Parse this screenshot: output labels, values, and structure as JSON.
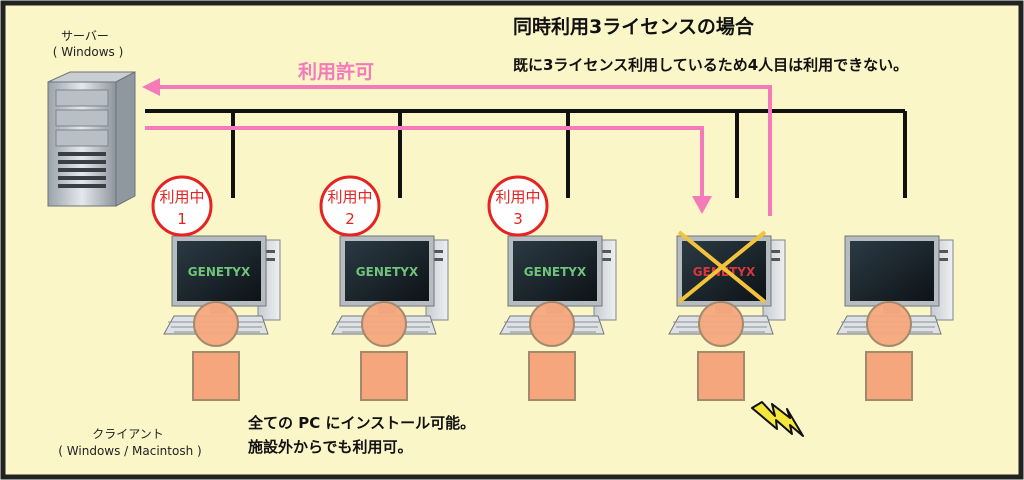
{
  "server": {
    "label": "サーバー",
    "sublabel": "( Windows )"
  },
  "clients_label": {
    "line1": "クライアント",
    "line2": "( Windows / Macintosh )"
  },
  "header": {
    "title": "同時利用3ライセンスの場合",
    "subtitle": "既に3ライセンス利用しているため4人目は利用できない。"
  },
  "permission_label": "利用許可",
  "clients": [
    {
      "badge_label": "利用中",
      "badge_number": "1",
      "screen_text": "GENETYX",
      "state": "in-use"
    },
    {
      "badge_label": "利用中",
      "badge_number": "2",
      "screen_text": "GENETYX",
      "state": "in-use"
    },
    {
      "badge_label": "利用中",
      "badge_number": "3",
      "screen_text": "GENETYX",
      "state": "in-use"
    },
    {
      "badge_label": "",
      "badge_number": "",
      "screen_text": "GENETYX",
      "state": "denied"
    },
    {
      "badge_label": "",
      "badge_number": "",
      "screen_text": "",
      "state": "idle"
    }
  ],
  "note": {
    "line1": "全ての PC にインストール可能。",
    "line2": "施設外からでも利用可。"
  },
  "colors": {
    "background": "#fbf6c8",
    "frame": "#222222",
    "arrow_pink": "#f57ab9",
    "badge_red": "#e52421",
    "person": "#f5a67c",
    "cross": "#f3c33b",
    "screen_text": "#6fc47a",
    "screen_text_denied": "#d9363e"
  }
}
